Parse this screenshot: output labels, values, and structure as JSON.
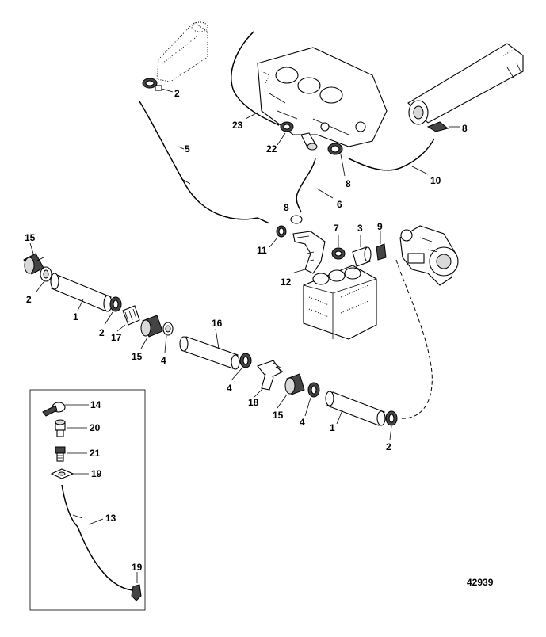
{
  "figure_number": "42939",
  "callouts": {
    "c1a": "1",
    "c1b": "1",
    "c2a": "2",
    "c2b": "2",
    "c2c": "2",
    "c2d": "2",
    "c3": "3",
    "c4a": "4",
    "c4b": "4",
    "c4c": "4",
    "c5": "5",
    "c6": "6",
    "c7": "7",
    "c8a": "8",
    "c8b": "8",
    "c8c": "8",
    "c9": "9",
    "c10": "10",
    "c11": "11",
    "c12": "12",
    "c13": "13",
    "c14": "14",
    "c15a": "15",
    "c15b": "15",
    "c15c": "15",
    "c16": "16",
    "c17": "17",
    "c18": "18",
    "c19a": "19",
    "c19b": "19",
    "c20": "20",
    "c21": "21",
    "c22": "22",
    "c23": "23"
  },
  "icons": {
    "clamp": "hose-clamp-icon",
    "fitting": "barbed-fitting-icon",
    "hose": "hose-icon"
  }
}
